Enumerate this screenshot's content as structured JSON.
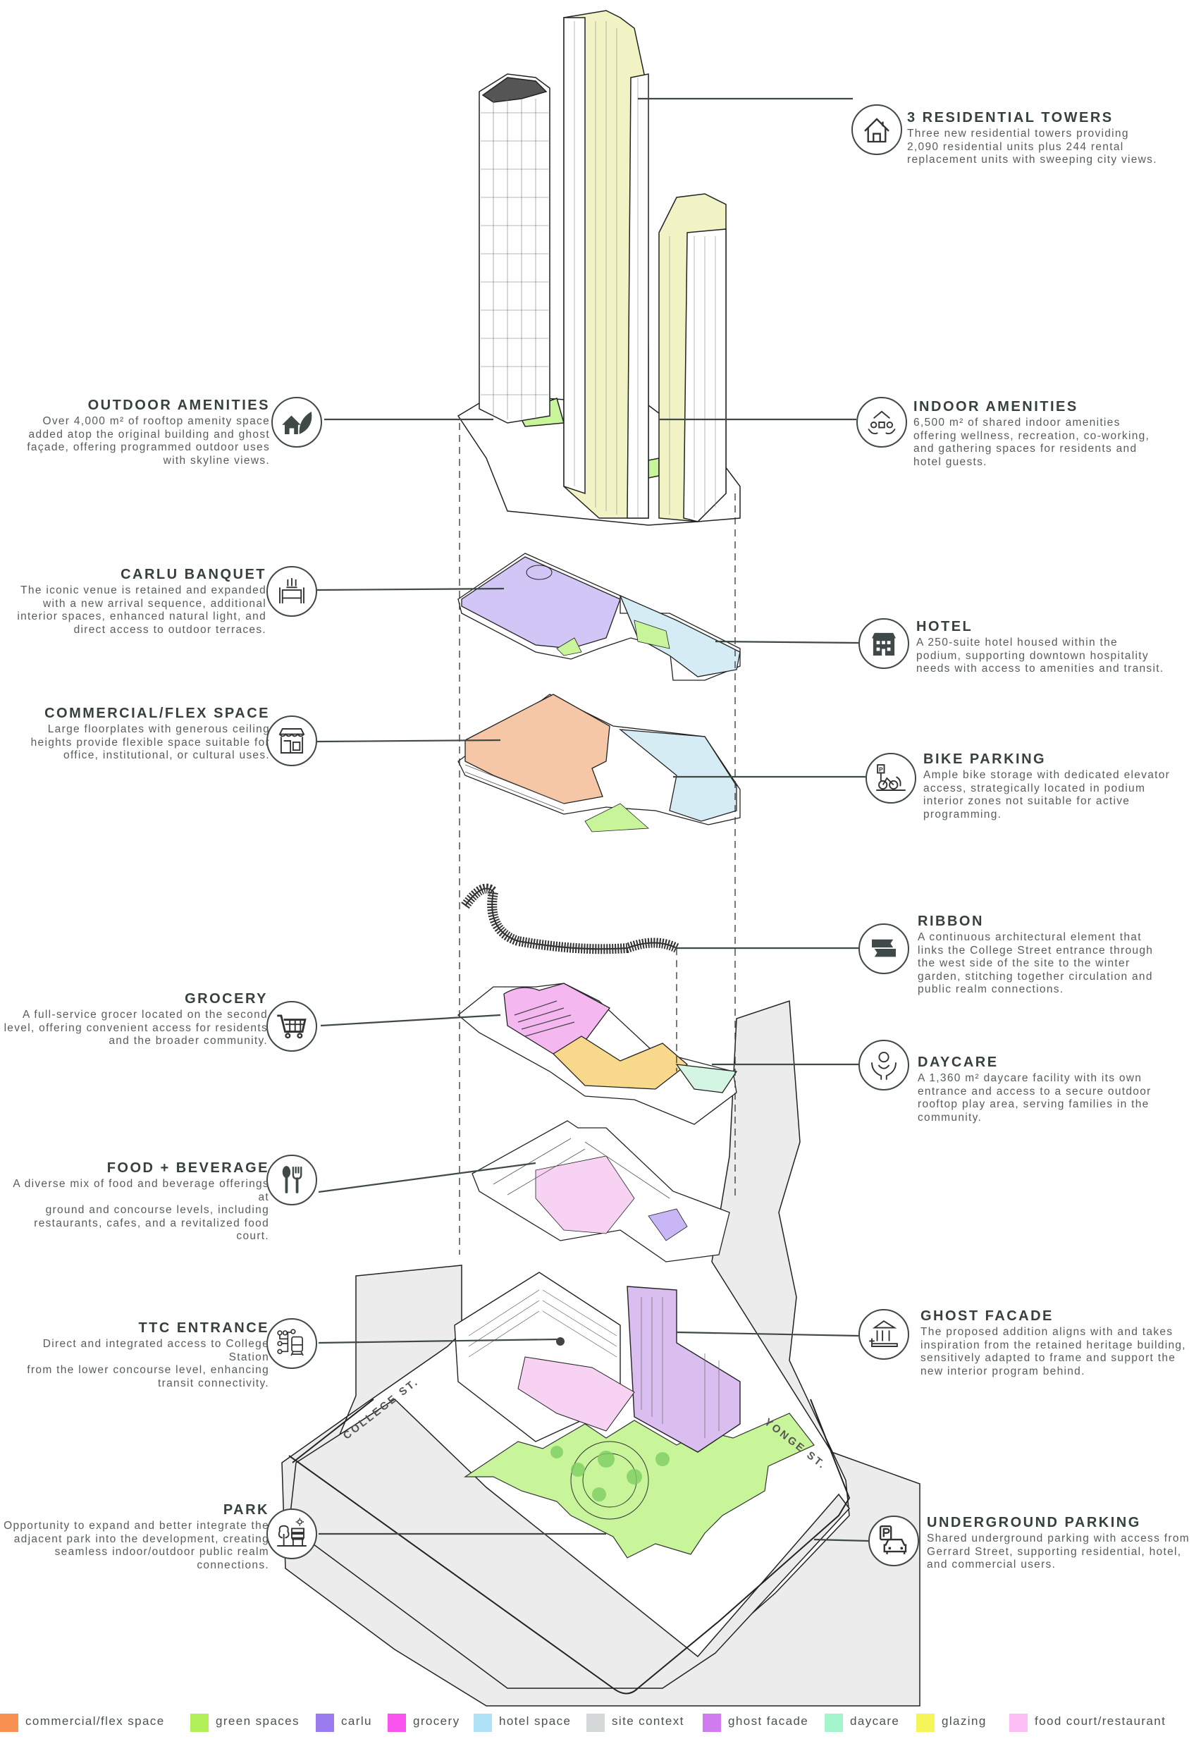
{
  "colors": {
    "commercial": "#f6c7a6",
    "green": "#c8f59a",
    "carlu": "#d2c6f7",
    "grocery": "#f4b7f0",
    "hotel": "#d6ecf5",
    "site": "#ececec",
    "ghost": "#dbbef0",
    "daycare": "#d4f5e4",
    "glazing": "#f1f3c4",
    "food": "#f8d2f2",
    "ink": "#3f4948"
  },
  "features": [
    {
      "id": "residential-towers",
      "side": "right",
      "title": "3 RESIDENTIAL TOWERS",
      "lines": [
        "Three new residential towers  providing",
        "2,090 residential units plus 244 rental",
        "replacement units with sweeping city views."
      ],
      "icon": "house-icon"
    },
    {
      "id": "outdoor-amenities",
      "side": "left",
      "title": "OUTDOOR AMENITIES",
      "lines": [
        "Over 4,000 m² of rooftop amenity space",
        "added atop the original building and ghost",
        "façade, offering programmed outdoor uses",
        "with skyline views."
      ],
      "icon": "house-leaf-icon"
    },
    {
      "id": "indoor-amenities",
      "side": "right",
      "title": "INDOOR AMENITIES",
      "lines": [
        "6,500 m² of shared indoor amenities",
        "offering wellness, recreation, co-working,",
        "and gathering spaces for residents and",
        "hotel guests."
      ],
      "icon": "community-hands-icon"
    },
    {
      "id": "carlu-banquet",
      "side": "left",
      "title": "CARLU BANQUET",
      "lines": [
        "The iconic venue is retained and expanded",
        "with a new arrival sequence, additional",
        "interior spaces, enhanced natural light, and",
        "direct access to outdoor terraces."
      ],
      "icon": "banquet-table-icon"
    },
    {
      "id": "hotel",
      "side": "right",
      "title": "HOTEL",
      "lines": [
        "A 250-suite hotel housed within the",
        "podium, supporting downtown hospitality",
        "needs with access to amenities and transit."
      ],
      "icon": "hotel-building-icon"
    },
    {
      "id": "commercial-flex",
      "side": "left",
      "title": "COMMERCIAL/FLEX  SPACE",
      "lines": [
        "Large floorplates with generous ceiling",
        "heights provide flexible space suitable for",
        "office, institutional, or cultural uses."
      ],
      "icon": "storefront-icon"
    },
    {
      "id": "bike-parking",
      "side": "right",
      "title": "BIKE PARKING",
      "lines": [
        "Ample bike storage with dedicated elevator",
        "access, strategically located in podium",
        "interior zones not suitable for active",
        "programming."
      ],
      "icon": "bike-parking-icon"
    },
    {
      "id": "ribbon",
      "side": "right",
      "title": "RIBBON",
      "lines": [
        "A continuous architectural element that",
        "links the College Street entrance through",
        "the west side of the site to the winter",
        "garden, stitching together circulation and",
        "public realm connections."
      ],
      "icon": "ribbon-icon"
    },
    {
      "id": "grocery",
      "side": "left",
      "title": "GROCERY",
      "lines": [
        "A full-service grocer located on the second",
        "level, offering convenient access for residents",
        "and the broader community."
      ],
      "icon": "shopping-cart-icon"
    },
    {
      "id": "daycare",
      "side": "right",
      "title": "DAYCARE",
      "lines": [
        "A 1,360 m² daycare facility with its own",
        "entrance and access to a secure outdoor",
        "rooftop play area, serving families in the",
        "community."
      ],
      "icon": "child-care-icon"
    },
    {
      "id": "food-beverage",
      "side": "left",
      "title": "FOOD + BEVERAGE",
      "lines": [
        "A diverse mix of food and beverage offerings at",
        "ground and concourse levels, including",
        "restaurants, cafes, and a revitalized food court."
      ],
      "icon": "spoon-fork-icon"
    },
    {
      "id": "ttc-entrance",
      "side": "left",
      "title": "TTC ENTRANCE",
      "lines": [
        "Direct and integrated access to College Station",
        "from the lower concourse level, enhancing",
        "transit connectivity."
      ],
      "icon": "transit-train-icon"
    },
    {
      "id": "ghost-facade",
      "side": "right",
      "title": "GHOST FACADE",
      "lines": [
        "The proposed addition aligns with and takes",
        "inspiration from the retained heritage building,",
        "sensitively adapted to frame and support the",
        "new interior program behind."
      ],
      "icon": "heritage-columns-icon"
    },
    {
      "id": "park",
      "side": "left",
      "title": "PARK",
      "lines": [
        "Opportunity to expand and better integrate the",
        "adjacent park into the development, creating",
        "seamless indoor/outdoor public realm",
        "connections."
      ],
      "icon": "park-bench-icon"
    },
    {
      "id": "underground-parking",
      "side": "right",
      "title": "UNDERGROUND PARKING",
      "lines": [
        "Shared underground parking with access from",
        "Gerrard Street, supporting residential, hotel,",
        "and commercial users."
      ],
      "icon": "car-parking-icon"
    }
  ],
  "streets": {
    "college": "COLLEGE ST.",
    "yonge": "YONGE ST."
  },
  "legend": [
    {
      "label": "commercial/flex space",
      "color": "#f79050"
    },
    {
      "label": "green spaces",
      "color": "#b2f05a"
    },
    {
      "label": "carlu",
      "color": "#9b7bf0"
    },
    {
      "label": "grocery",
      "color": "#fa55ee"
    },
    {
      "label": "hotel space",
      "color": "#b0e2f8"
    },
    {
      "label": "site context",
      "color": "#d4d8d8"
    },
    {
      "label": "ghost facade",
      "color": "#d07cf0"
    },
    {
      "label": "daycare",
      "color": "#a4f5cc"
    },
    {
      "label": "glazing",
      "color": "#f5f55a"
    },
    {
      "label": "food court/restaurant",
      "color": "#fcbef5"
    }
  ]
}
